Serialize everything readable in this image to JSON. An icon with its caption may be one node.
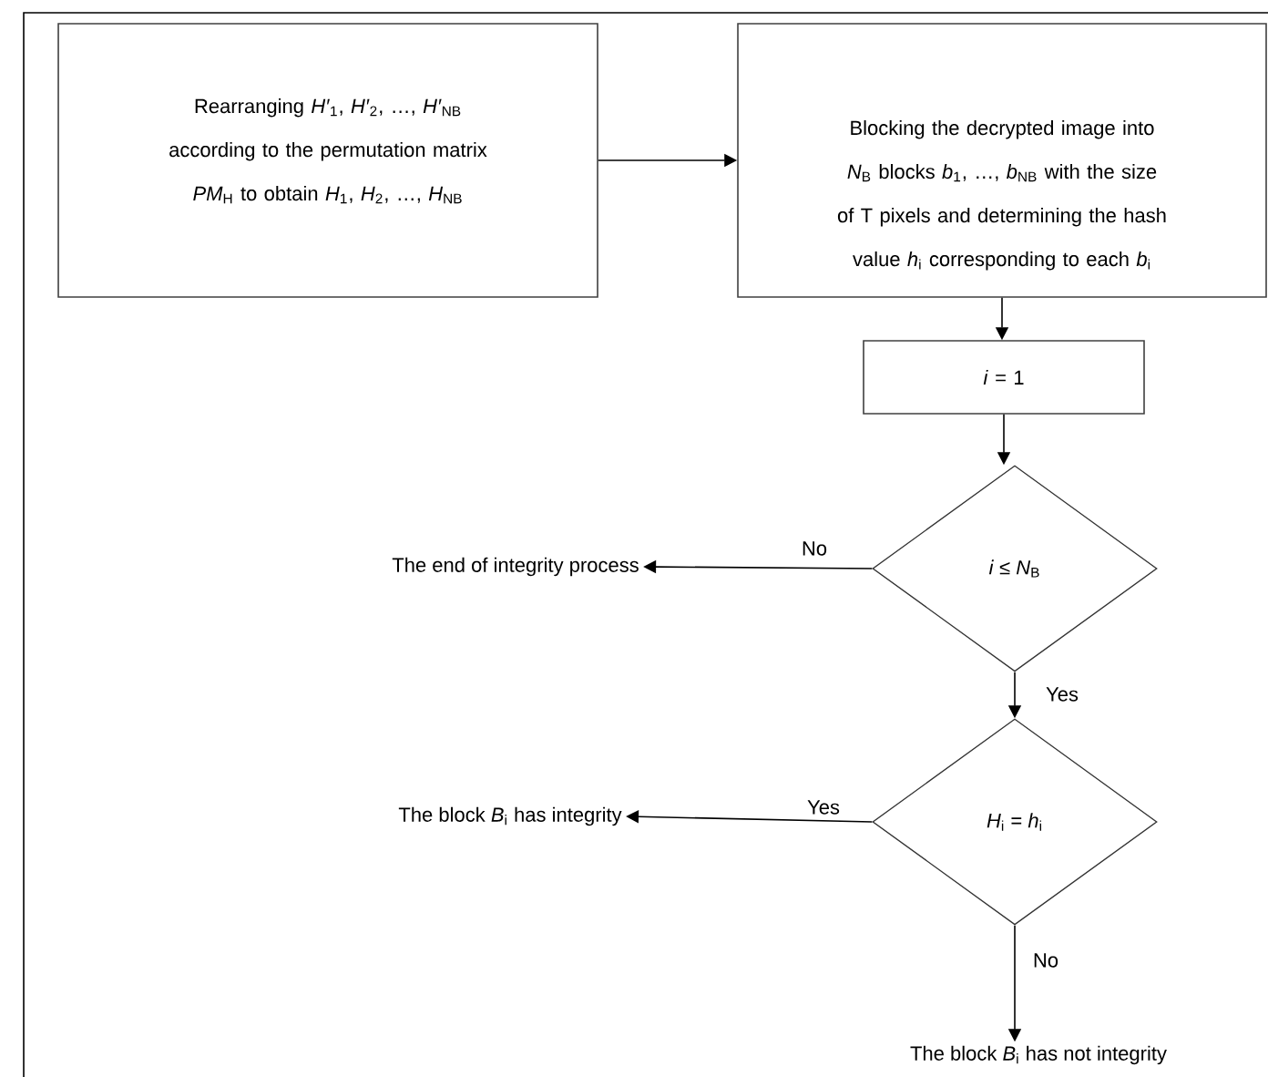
{
  "diagram": {
    "nodes": [
      {
        "text": [
          "Rearranging *H′*$_{1}$, *H′*$_{2}$, …, *H′*$_{NB}$ according to the permutation matrix *PM*$_{H}$ to obtain *H*$_{1}$, *H*$_{2}$, …, *H*$_{NB}$"
        ]
      },
      {
        "text": [
          "Blocking the decrypted image into *N*$_{B}$ blocks *b*$_{1}$, …, *b*$_{NB}$ with the size of T pixels and determining the hash value *h*$_{i}$ corresponding to each *b*$_{i}$"
        ]
      },
      {
        "text": [
          "*i* = 1"
        ]
      },
      {
        "text": [
          "*i* ≤ *N*$_{B}$"
        ]
      },
      {
        "text": [
          "The end of integrity process"
        ]
      },
      {
        "text": [
          "*H*$_{i}$ = *h*$_{i}$"
        ]
      },
      {
        "text": [
          "The block *B*$_{i}$ has integrity"
        ]
      },
      {
        "text": [
          "The block *B*$_{i}$ has not integrity"
        ]
      }
    ],
    "edges": [
      {
        "from": 0,
        "to": 1,
        "arrow": "to"
      },
      {
        "from": 1,
        "to": 2,
        "arrow": "to"
      },
      {
        "from": 2,
        "to": 3,
        "arrow": "to"
      },
      {
        "from": 3,
        "to": 4,
        "arrow": "to",
        "label": "No"
      },
      {
        "from": 3,
        "to": 5,
        "arrow": "to",
        "label": "Yes"
      },
      {
        "from": 5,
        "to": 6,
        "arrow": "to",
        "label": "Yes"
      },
      {
        "from": 5,
        "to": 7,
        "arrow": "to",
        "label": "No"
      }
    ]
  }
}
